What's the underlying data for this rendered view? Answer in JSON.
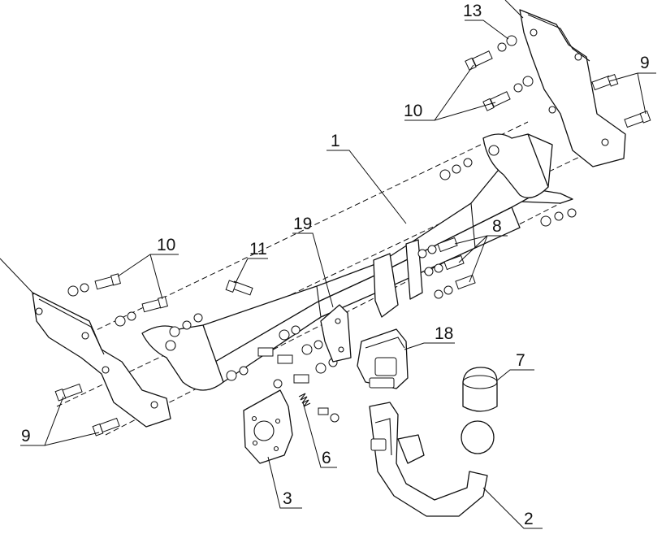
{
  "callouts": {
    "c1": "1",
    "c2": "2",
    "c3": "3",
    "c6": "6",
    "c7": "7",
    "c8": "8",
    "c9_right": "9",
    "c9_left": "9",
    "c10_right": "10",
    "c10_left": "10",
    "c11": "11",
    "c13": "13",
    "c18": "18",
    "c19": "19"
  },
  "colors": {
    "line": "#111111",
    "background": "#ffffff"
  }
}
